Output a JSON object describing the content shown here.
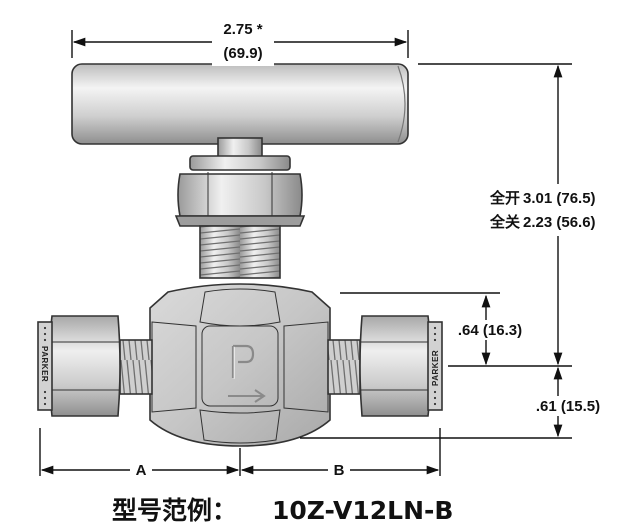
{
  "dimensions": {
    "handle_width": {
      "inch": "2.75 *",
      "mm": "(69.9)"
    },
    "height_open": {
      "label": "全开",
      "value": "3.01 (76.5)"
    },
    "height_closed": {
      "label": "全关",
      "value": "2.23 (56.6)"
    },
    "port_to_center": ".64 (16.3)",
    "center_to_base": ".61 (15.5)",
    "dim_a": "A",
    "dim_b": "B"
  },
  "branding": {
    "left_nut": "PARKER",
    "right_nut": "PARKER"
  },
  "model_example": {
    "label": "型号范例：",
    "code": "10Z-V12LN-B"
  },
  "colors": {
    "metal_light": "#e9e9e9",
    "metal_mid": "#c4c4c4",
    "metal_dark": "#8a8a8a",
    "outline": "#333333"
  }
}
